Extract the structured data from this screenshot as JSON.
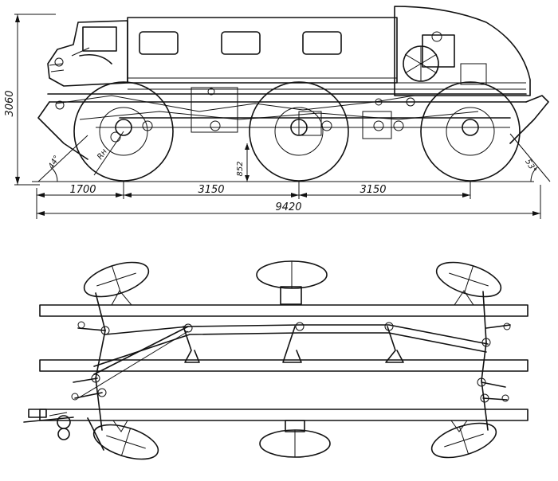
{
  "dimensions": {
    "overall_height": "3060",
    "front_overhang": "1700",
    "wheelbase_1": "3150",
    "wheelbase_2": "3150",
    "overall_length": "9420",
    "ground_clearance": "852",
    "approach_angle": "44°",
    "departure_angle": "53°",
    "turn_radius_label": "Rн"
  }
}
